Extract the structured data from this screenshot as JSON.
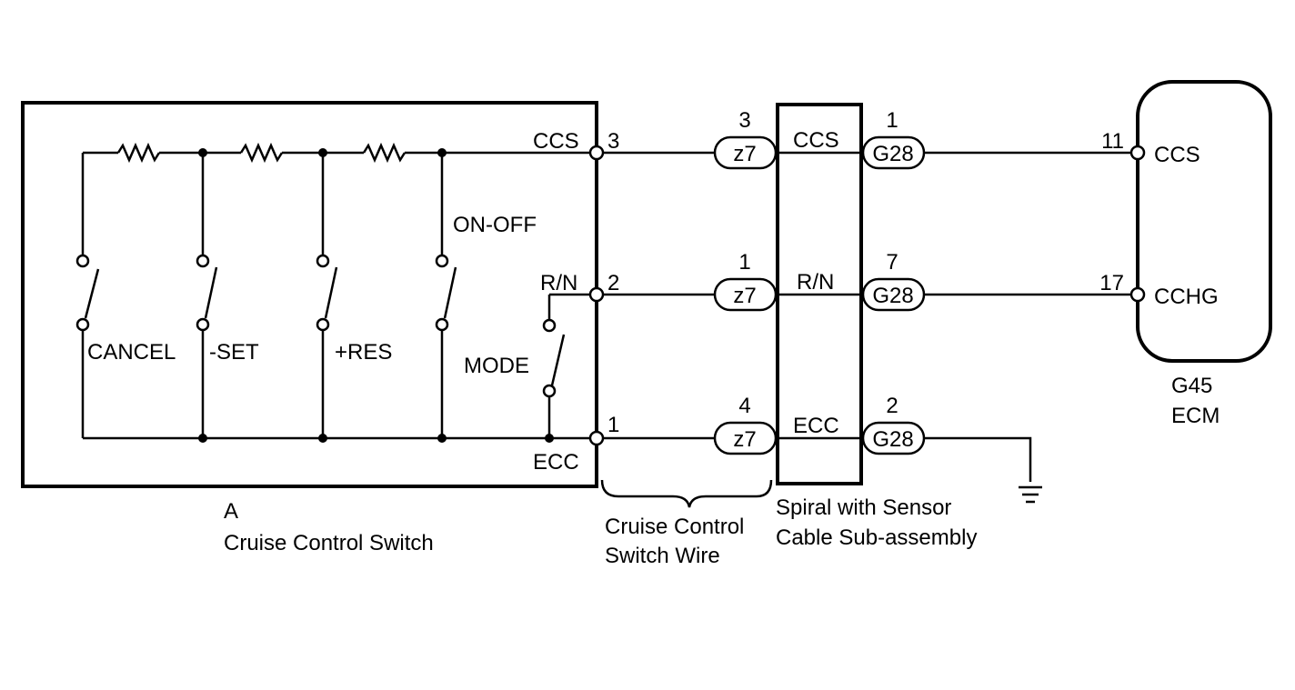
{
  "switch_unit": {
    "letter": "A",
    "name": "Cruise Control Switch",
    "switches": [
      "CANCEL",
      "-SET",
      "+RES",
      "ON-OFF",
      "MODE"
    ],
    "pins": [
      {
        "signal": "CCS",
        "pin": "3"
      },
      {
        "signal": "R/N",
        "pin": "2"
      },
      {
        "signal": "ECC",
        "pin": "1"
      }
    ]
  },
  "wire_harness": {
    "name_line1": "Cruise Control",
    "name_line2": "Switch Wire",
    "connector": "z7",
    "pins": [
      "3",
      "1",
      "4"
    ]
  },
  "spiral": {
    "name_line1": "Spiral with Sensor",
    "name_line2": "Cable Sub-assembly",
    "signals": [
      "CCS",
      "R/N",
      "ECC"
    ],
    "connector": "G28",
    "pins": [
      "1",
      "7",
      "2"
    ]
  },
  "ecm": {
    "code": "G45",
    "name": "ECM",
    "pins": [
      {
        "signal": "CCS",
        "pin": "11"
      },
      {
        "signal": "CCHG",
        "pin": "17"
      }
    ]
  }
}
